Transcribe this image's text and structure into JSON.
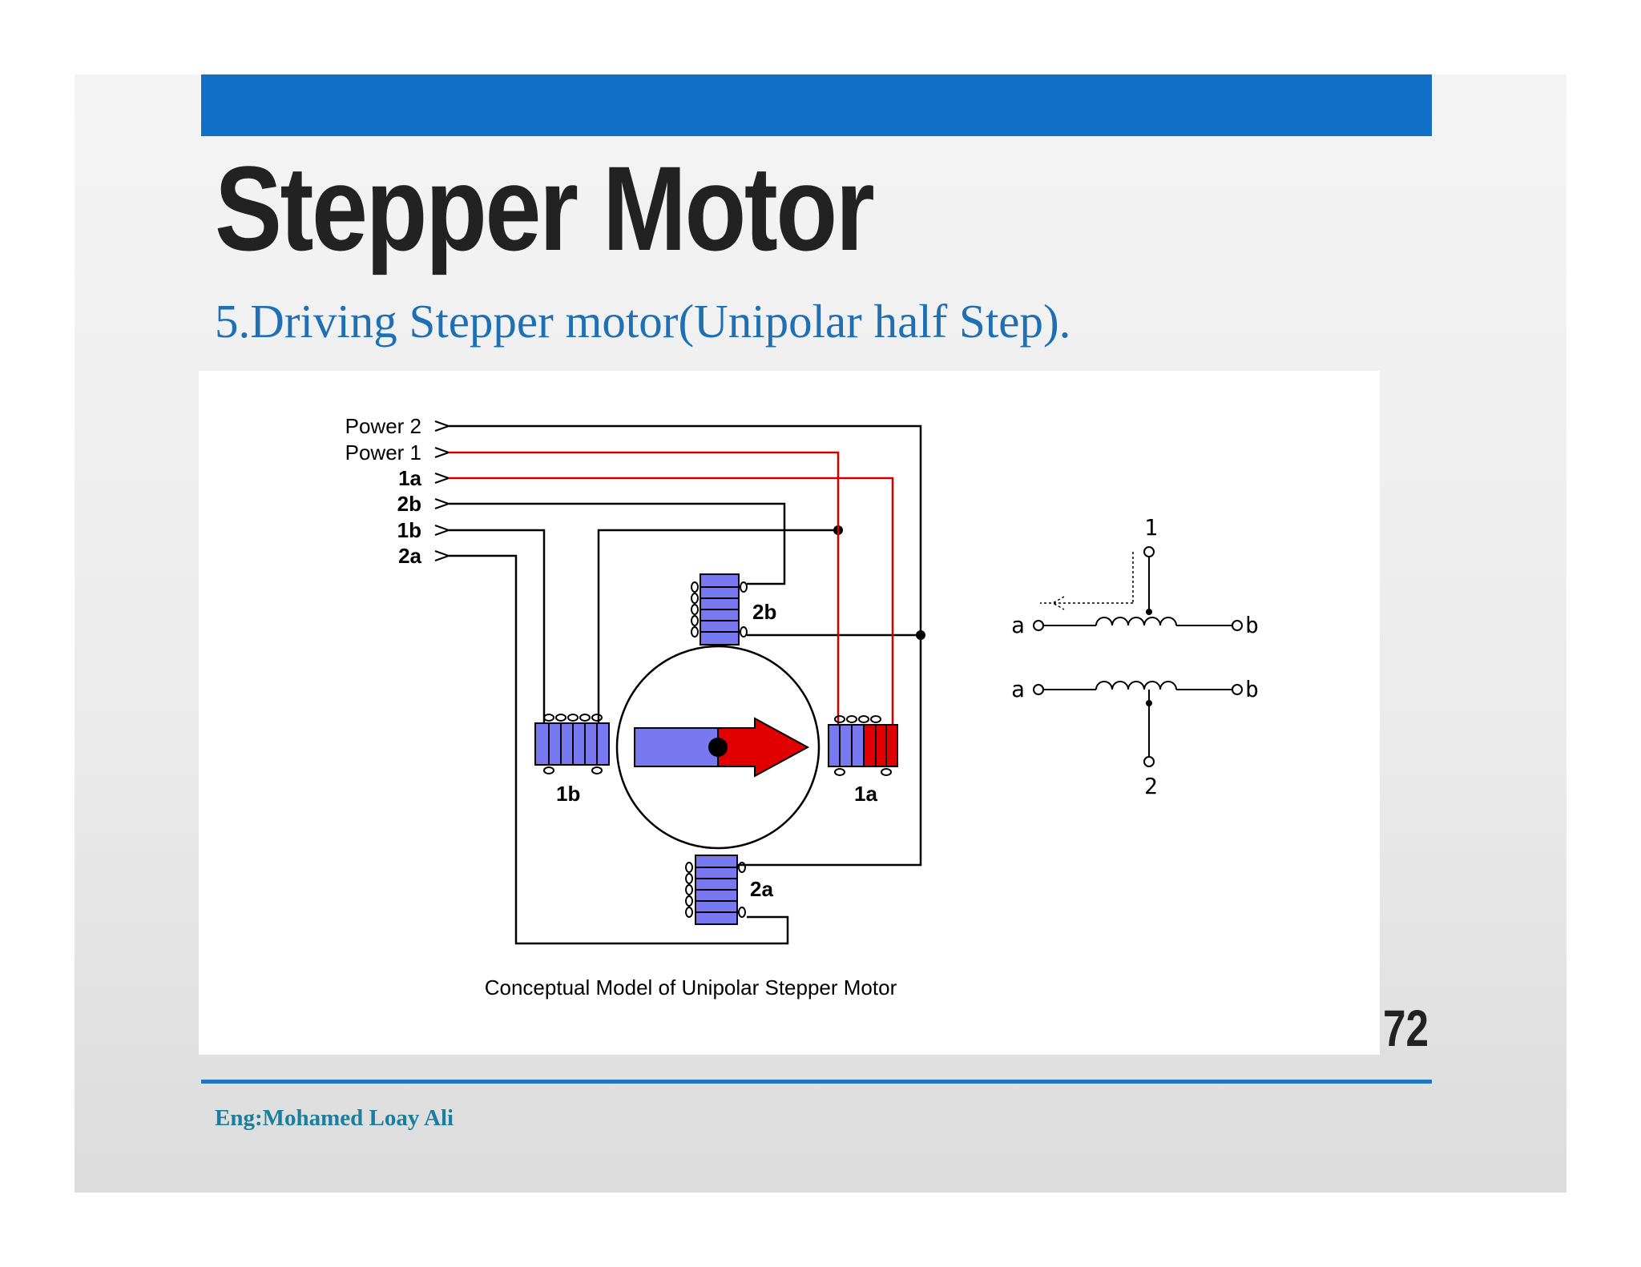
{
  "slide": {
    "title": "Stepper Motor",
    "subtitle": "5.Driving Stepper motor(Unipolar half Step).",
    "page_number": "72",
    "author": "Eng:Mohamed Loay Ali"
  },
  "diagram": {
    "inputs": [
      "Power 2",
      "Power 1",
      "1a",
      "2b",
      "1b",
      "2a"
    ],
    "coils": {
      "top": "2b",
      "left": "1b",
      "right": "1a",
      "bottom": "2a"
    },
    "caption": "Conceptual Model of Unipolar Stepper Motor",
    "schematic": {
      "terminal_a": "a",
      "terminal_b": "b",
      "tap_1": "1",
      "tap_2": "2"
    }
  },
  "colors": {
    "accent_blue": "#1070c8",
    "coil_blue": "#7878f0",
    "energized_red": "#e00000",
    "wire_black": "#000000",
    "wire_red": "#d00000"
  }
}
